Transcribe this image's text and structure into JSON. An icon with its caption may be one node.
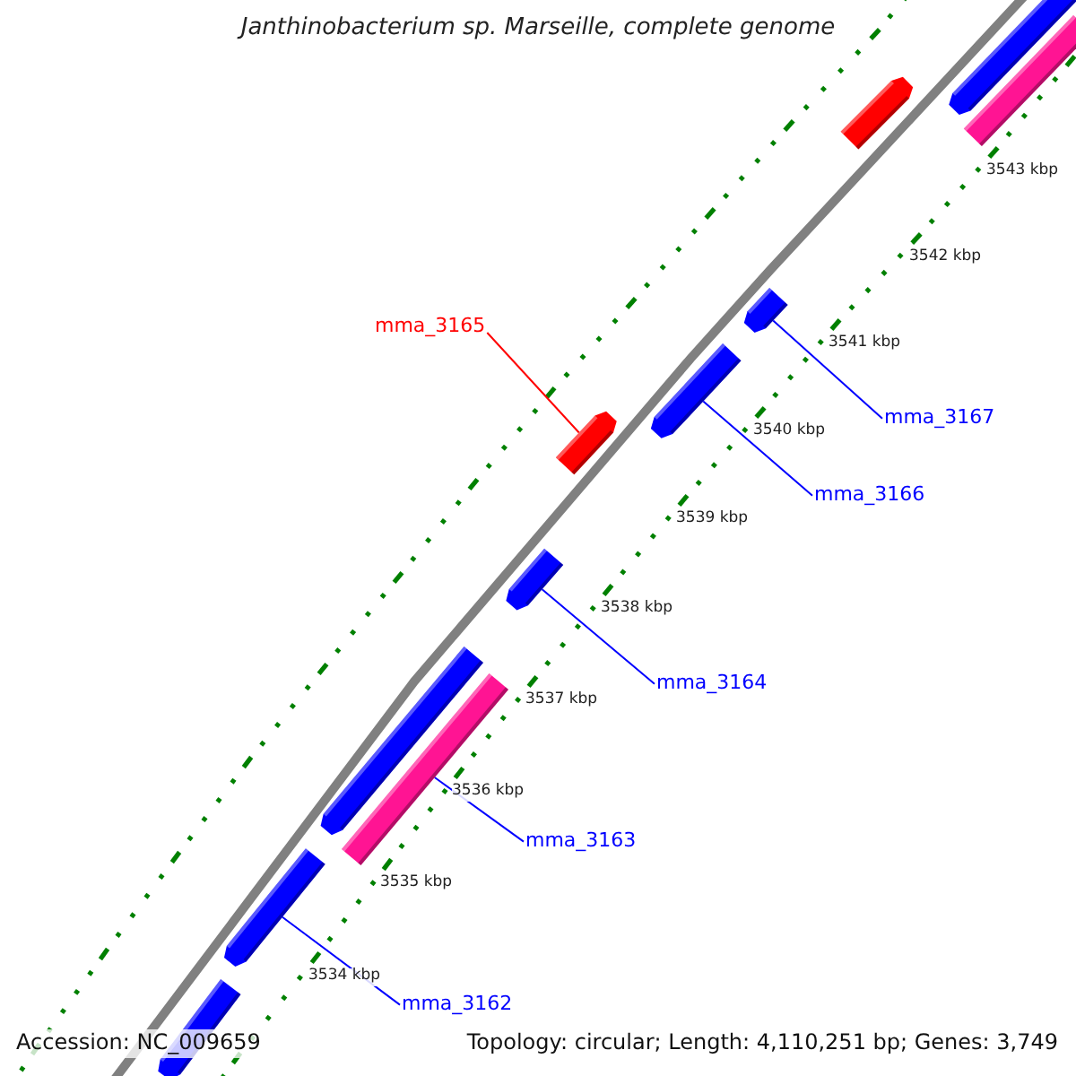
{
  "diagram": {
    "title": "Janthinobacterium sp. Marseille, complete genome",
    "nodes": [
      {
        "text": [],
        "shape": "arrow"
      },
      {
        "text": [],
        "shape": "bar"
      },
      {
        "text": [],
        "shape": "arrow"
      },
      {
        "text": [
          "mma_3165"
        ]
      },
      {
        "text": [],
        "shape": "arrow"
      },
      {
        "text": [
          "mma_3167"
        ]
      },
      {
        "text": [],
        "shape": "arrow"
      },
      {
        "text": [],
        "shape": "arrow"
      },
      {
        "text": [
          "mma_3166"
        ]
      },
      {
        "text": [],
        "shape": "arrow"
      },
      {
        "text": [
          "mma_3164"
        ]
      },
      {
        "text": [],
        "shape": "arrow"
      },
      {
        "text": [],
        "shape": "bar"
      },
      {
        "text": [
          "mma_3163"
        ]
      },
      {
        "text": [],
        "shape": "arrow"
      },
      {
        "text": [
          "mma_3162"
        ]
      },
      {
        "text": [],
        "shape": "arrow"
      }
    ],
    "edges": [
      {
        "from": 3,
        "to": 7,
        "arrow": "none",
        "color": "#ff0000"
      },
      {
        "from": 5,
        "to": 4,
        "arrow": "none"
      },
      {
        "from": 8,
        "to": 6,
        "arrow": "none"
      },
      {
        "from": 10,
        "to": 9,
        "arrow": "none"
      },
      {
        "from": 13,
        "to": 12,
        "arrow": "none"
      },
      {
        "from": 15,
        "to": 14,
        "arrow": "none"
      }
    ],
    "labels": [
      "3543 kbp",
      "3542 kbp",
      "3541 kbp",
      "3540 kbp",
      "3539 kbp",
      "3538 kbp",
      "3537 kbp",
      "3536 kbp",
      "3535 kbp",
      "3534 kbp",
      "Accession: NC_009659",
      "Topology: circular; Length: 4,110,251 bp; Genes: 3,749"
    ]
  }
}
